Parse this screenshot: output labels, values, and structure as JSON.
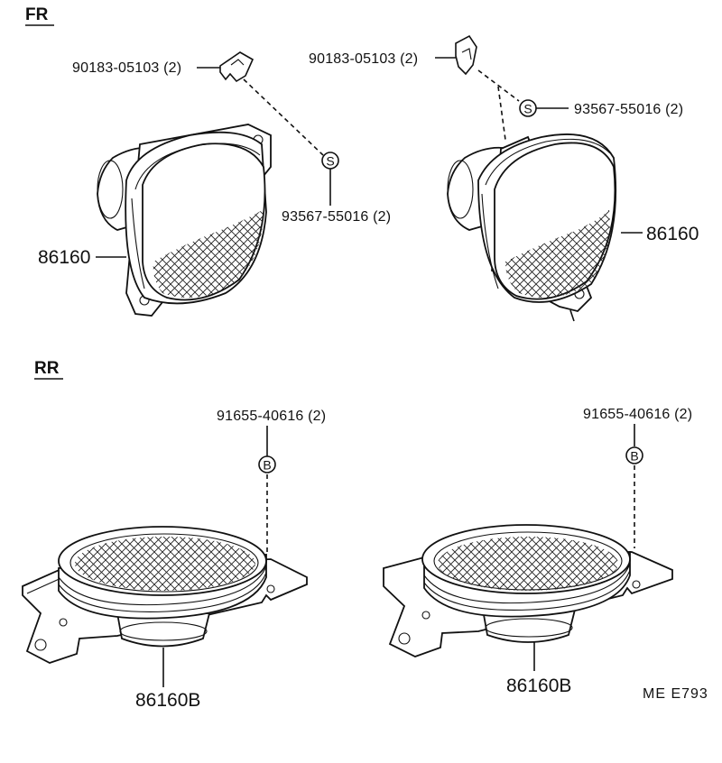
{
  "sections": {
    "front": "FR",
    "rear": "RR"
  },
  "parts": {
    "clip_left": "90183-05103 (2)",
    "clip_right": "90183-05103 (2)",
    "screw_left": "93567-55016 (2)",
    "screw_right": "93567-55016 (2)",
    "front_speaker_left": "86160",
    "front_speaker_right": "86160",
    "bolt_left": "91655-40616 (2)",
    "bolt_right": "91655-40616 (2)",
    "rear_speaker_left": "86160B",
    "rear_speaker_right": "86160B"
  },
  "callouts": {
    "screw_symbol": "S",
    "bolt_symbol": "B"
  },
  "diagram_code": "ME  E793"
}
